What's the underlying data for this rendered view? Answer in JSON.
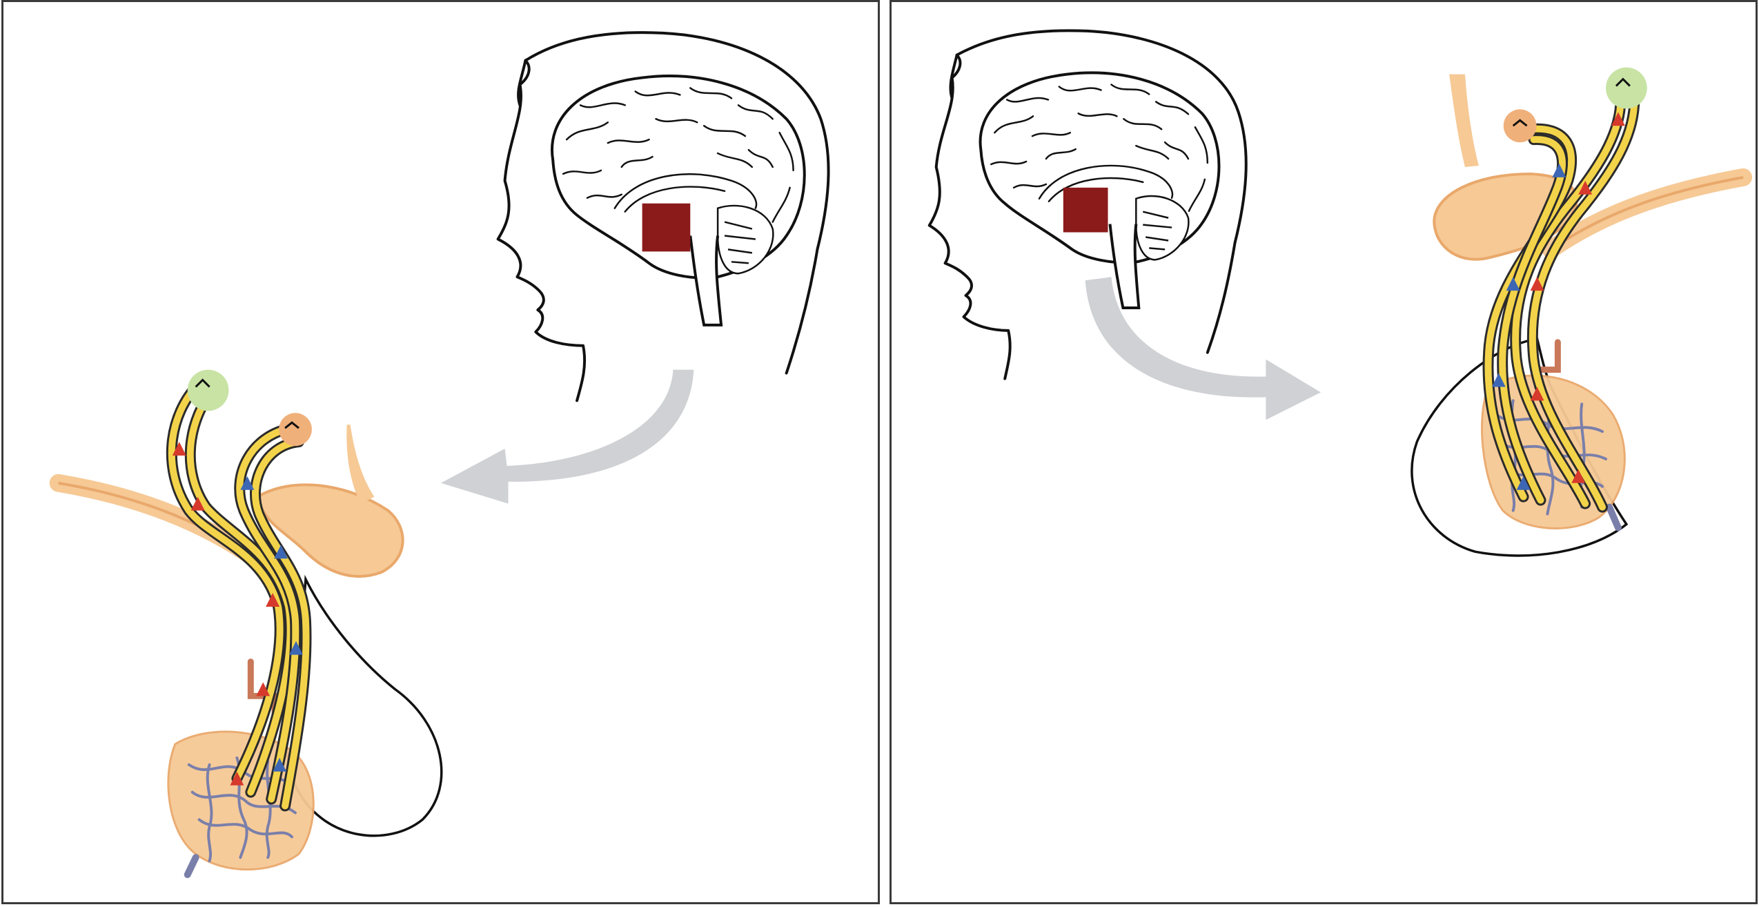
{
  "figure": {
    "panels": [
      {
        "id": "left",
        "highlight_color": "#8b1a1a",
        "flow_direction": "head-to-gland-left"
      },
      {
        "id": "right",
        "highlight_color": "#8b1a1a",
        "flow_direction": "head-to-gland-right"
      }
    ],
    "colors": {
      "highlight": "#8b1a1a",
      "gland_body": "#f6c995",
      "gland_shadow": "#e9a86b",
      "capillary": "#7a7faa",
      "axon_yellow": "#f3d34a",
      "arrow_red": "#d63a2c",
      "arrow_blue": "#3d67b5",
      "nucleus_green": "#c8e3a4",
      "nucleus_orange": "#f0b07a",
      "flow_arrow": "#cfd1d4",
      "outline": "#111111"
    }
  }
}
